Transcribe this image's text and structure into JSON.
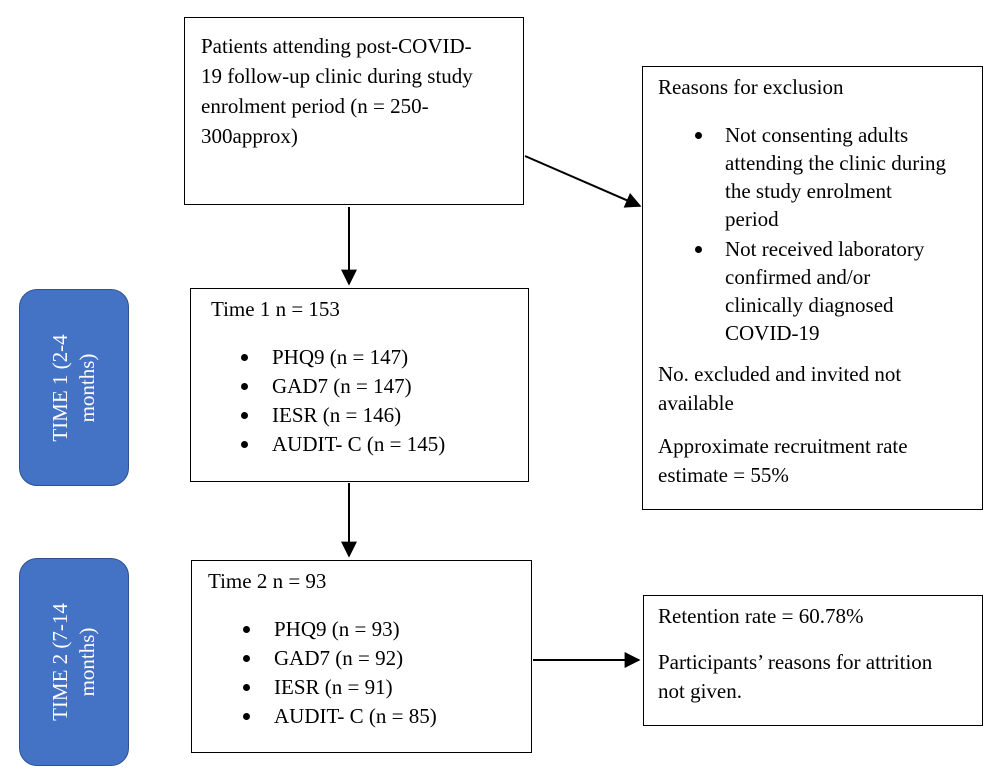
{
  "enrolment": {
    "lines": [
      "Patients attending post-COVID-",
      "19 follow-up clinic during study",
      "enrolment period (n = 250-",
      "300approx)"
    ]
  },
  "exclusion": {
    "title": "Reasons for exclusion",
    "bullets": [
      [
        "Not consenting adults",
        "attending the clinic during",
        "the study enrolment",
        "period"
      ],
      [
        "Not received laboratory",
        "confirmed and/or",
        "clinically diagnosed",
        "COVID-19"
      ]
    ],
    "excluded_lines": [
      "No. excluded and invited not",
      "available"
    ],
    "recruitment_lines": [
      "Approximate recruitment rate",
      "estimate = 55%"
    ]
  },
  "time1": {
    "title": "Time 1 n = 153",
    "items": [
      "PHQ9 (n = 147)",
      "GAD7 (n = 147)",
      "IESR (n = 146)",
      "AUDIT- C (n = 145)"
    ],
    "label_lines": [
      "TIME 1 (2-4",
      "months)"
    ]
  },
  "time2": {
    "title": "Time 2 n = 93",
    "items": [
      "PHQ9 (n = 93)",
      "GAD7 (n = 92)",
      "IESR (n = 91)",
      "AUDIT- C (n = 85)"
    ],
    "label_lines": [
      "TIME 2 (7-14",
      "months)"
    ]
  },
  "retention": {
    "title": "Retention rate = 60.78%",
    "attrition_lines": [
      "Participants’ reasons for attrition",
      "not given."
    ]
  },
  "colors": {
    "pill_fill": "#4472C4",
    "pill_border": "#2F528F",
    "line": "#000000"
  }
}
